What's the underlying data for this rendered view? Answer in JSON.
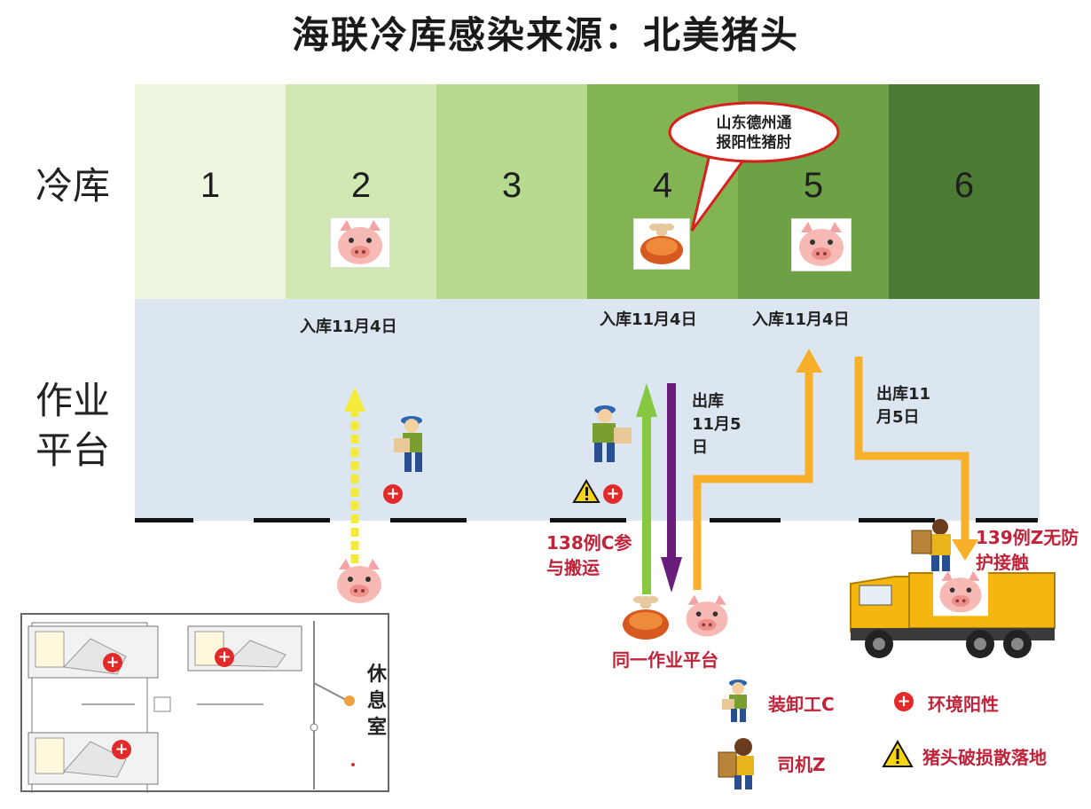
{
  "title": "海联冷库感染来源：北美猪头",
  "row_labels": {
    "cold_storage": "冷库",
    "platform_line1": "作业",
    "platform_line2": "平台"
  },
  "rooms": [
    "1",
    "2",
    "3",
    "4",
    "5",
    "6"
  ],
  "room_colors": [
    "#eef6df",
    "#d1e8b2",
    "#b6da8e",
    "#82b552",
    "#6ca146",
    "#4a7a33"
  ],
  "callout": {
    "line1": "山东德州通",
    "line2": "报阳性猪肘"
  },
  "storage_in": {
    "room2": "入库11月4日",
    "room4": "入库11月4日",
    "room5": "入库11月4日"
  },
  "outbound_room4": {
    "line1": "出库",
    "line2": "11月5",
    "line3": "日"
  },
  "outbound_room6": {
    "line1": "出库11",
    "line2": "月5日"
  },
  "case_c": {
    "line1": "138例C参",
    "line2": "与搬运"
  },
  "case_z": {
    "line1": "139例Z无防",
    "line2": "护接触"
  },
  "same_platform": "同一作业平台",
  "rest_room": [
    "休",
    "息",
    "室"
  ],
  "legend": {
    "loader": "装卸工C",
    "driver": "司机Z",
    "env_positive": "环境阳性",
    "damaged": "猪头破损散落地"
  },
  "colors": {
    "yellow_arrow": "#f4ea3a",
    "green_arrow": "#86c840",
    "purple_arrow": "#6a1e7a",
    "orange_arrow": "#f8b02a",
    "positive_red": "#e32a2a"
  }
}
